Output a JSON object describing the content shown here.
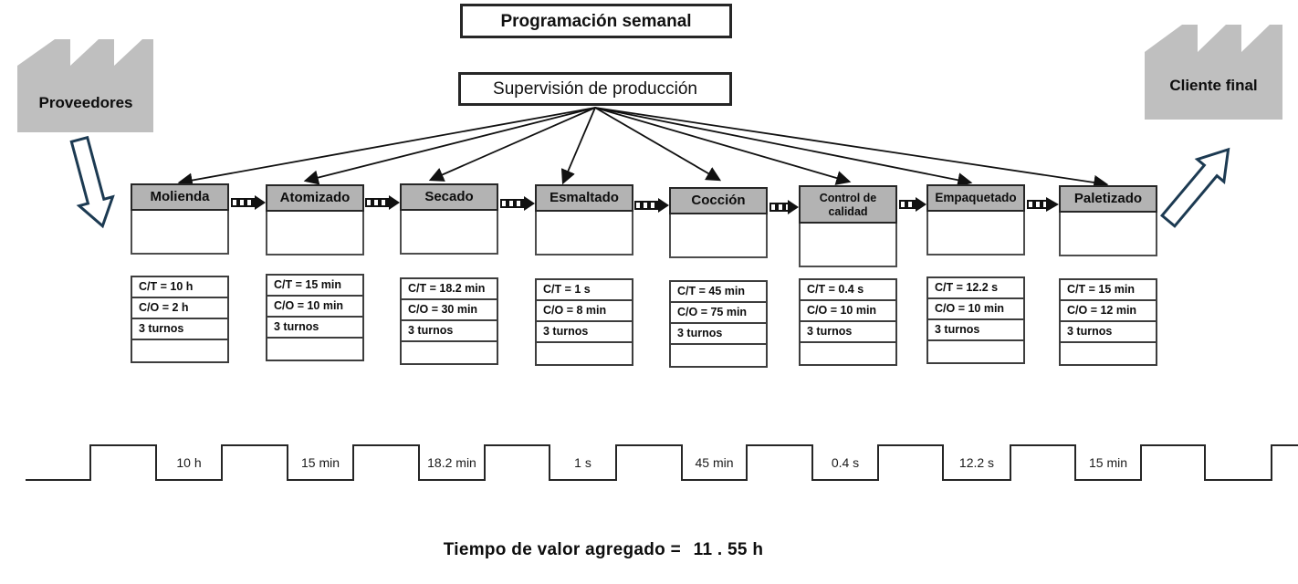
{
  "header": {
    "schedule_box": "Programación semanal",
    "supervision_box": "Supervisión de producción"
  },
  "supplier": {
    "label": "Proveedores"
  },
  "customer": {
    "label": "Cliente final"
  },
  "processes": [
    {
      "name": "Molienda",
      "ct": "C/T = 10 h",
      "co": "C/O = 2 h",
      "shifts": "3 turnos",
      "timeline": "10 h"
    },
    {
      "name": "Atomizado",
      "ct": "C/T = 15 min",
      "co": "C/O = 10 min",
      "shifts": "3 turnos",
      "timeline": "15 min"
    },
    {
      "name": "Secado",
      "ct": "C/T = 18.2 min",
      "co": "C/O = 30 min",
      "shifts": "3 turnos",
      "timeline": "18.2 min"
    },
    {
      "name": "Esmaltado",
      "ct": "C/T = 1 s",
      "co": "C/O = 8 min",
      "shifts": "3 turnos",
      "timeline": "1 s"
    },
    {
      "name": "Cocción",
      "ct": "C/T = 45 min",
      "co": "C/O = 75 min",
      "shifts": "3 turnos",
      "timeline": "45 min"
    },
    {
      "name": "Control de calidad",
      "ct": "C/T = 0.4 s",
      "co": "C/O = 10 min",
      "shifts": "3 turnos",
      "timeline": "0.4 s"
    },
    {
      "name": "Empaquetado",
      "ct": "C/T = 12.2 s",
      "co": "C/O = 10 min",
      "shifts": "3 turnos",
      "timeline": "12.2 s"
    },
    {
      "name": "Paletizado",
      "ct": "C/T = 15 min",
      "co": "C/O = 12 min",
      "shifts": "3 turnos",
      "timeline": "15 min"
    }
  ],
  "summary": {
    "label": "Tiempo de valor agregado =",
    "value": "11 . 55  h"
  },
  "colors": {
    "process_header": "#b3b3b3",
    "factory": "#bfbfbf",
    "outlined_arrow": "#1c3a52",
    "line": "#1a1a1a"
  }
}
